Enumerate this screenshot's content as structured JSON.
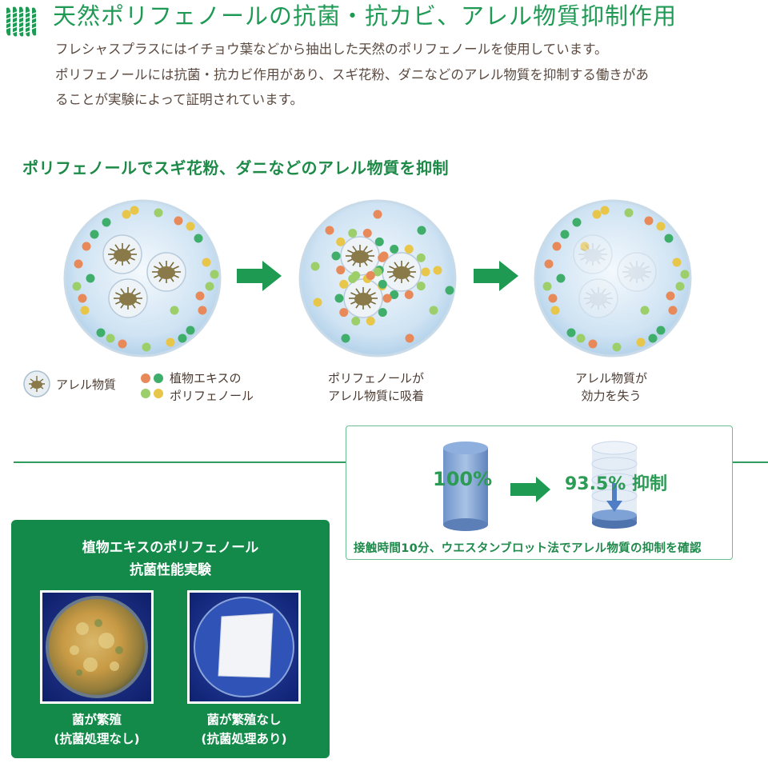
{
  "header": {
    "title": "天然ポリフェノールの抗菌・抗カビ、アレル物質抑制作用",
    "intro_line1": "フレシャスプラスにはイチョウ葉などから抽出した天然のポリフェノールを使用しています。",
    "intro_line2": "ポリフェノールには抗菌・抗カビ作用があり、スギ花粉、ダニなどのアレル物質を抑制する働きがあ",
    "intro_line3": "ることが実験によって証明されています。"
  },
  "diagram": {
    "section_title": "ポリフェノールでスギ花粉、ダニなどのアレル物質を抑制",
    "legend_allergen": "アレル物質",
    "legend_extract_line1": "植物エキスの",
    "legend_extract_line2": "ポリフェノール",
    "caption2_line1": "ポリフェノールが",
    "caption2_line2": "アレル物質に吸着",
    "caption3_line1": "アレル物質が",
    "caption3_line2": "効力を失う"
  },
  "result": {
    "before_value": "100%",
    "after_value": "93.5% 抑制",
    "note": "接触時間10分、ウエスタンブロット法でアレル物質の抑制を確認"
  },
  "experiment": {
    "title_line1": "植物エキスのポリフェノール",
    "title_line2": "抗菌性能実験",
    "photo1_caption_line1": "菌が繁殖",
    "photo1_caption_line2": "(抗菌処理なし)",
    "photo2_caption_line1": "菌が繁殖なし",
    "photo2_caption_line2": "(抗菌処理あり)"
  },
  "colors": {
    "brand_green": "#1f9a55",
    "panel_green": "#13894a",
    "dot_orange": "#e8895a",
    "dot_green": "#3fae6a",
    "dot_yellow": "#e8c64a",
    "dot_lightgreen": "#9ccf6a"
  },
  "icons": {
    "logo": "leaf-logo-icon",
    "arrow": "arrow-right-icon",
    "allergen": "allergen-particle-icon"
  }
}
